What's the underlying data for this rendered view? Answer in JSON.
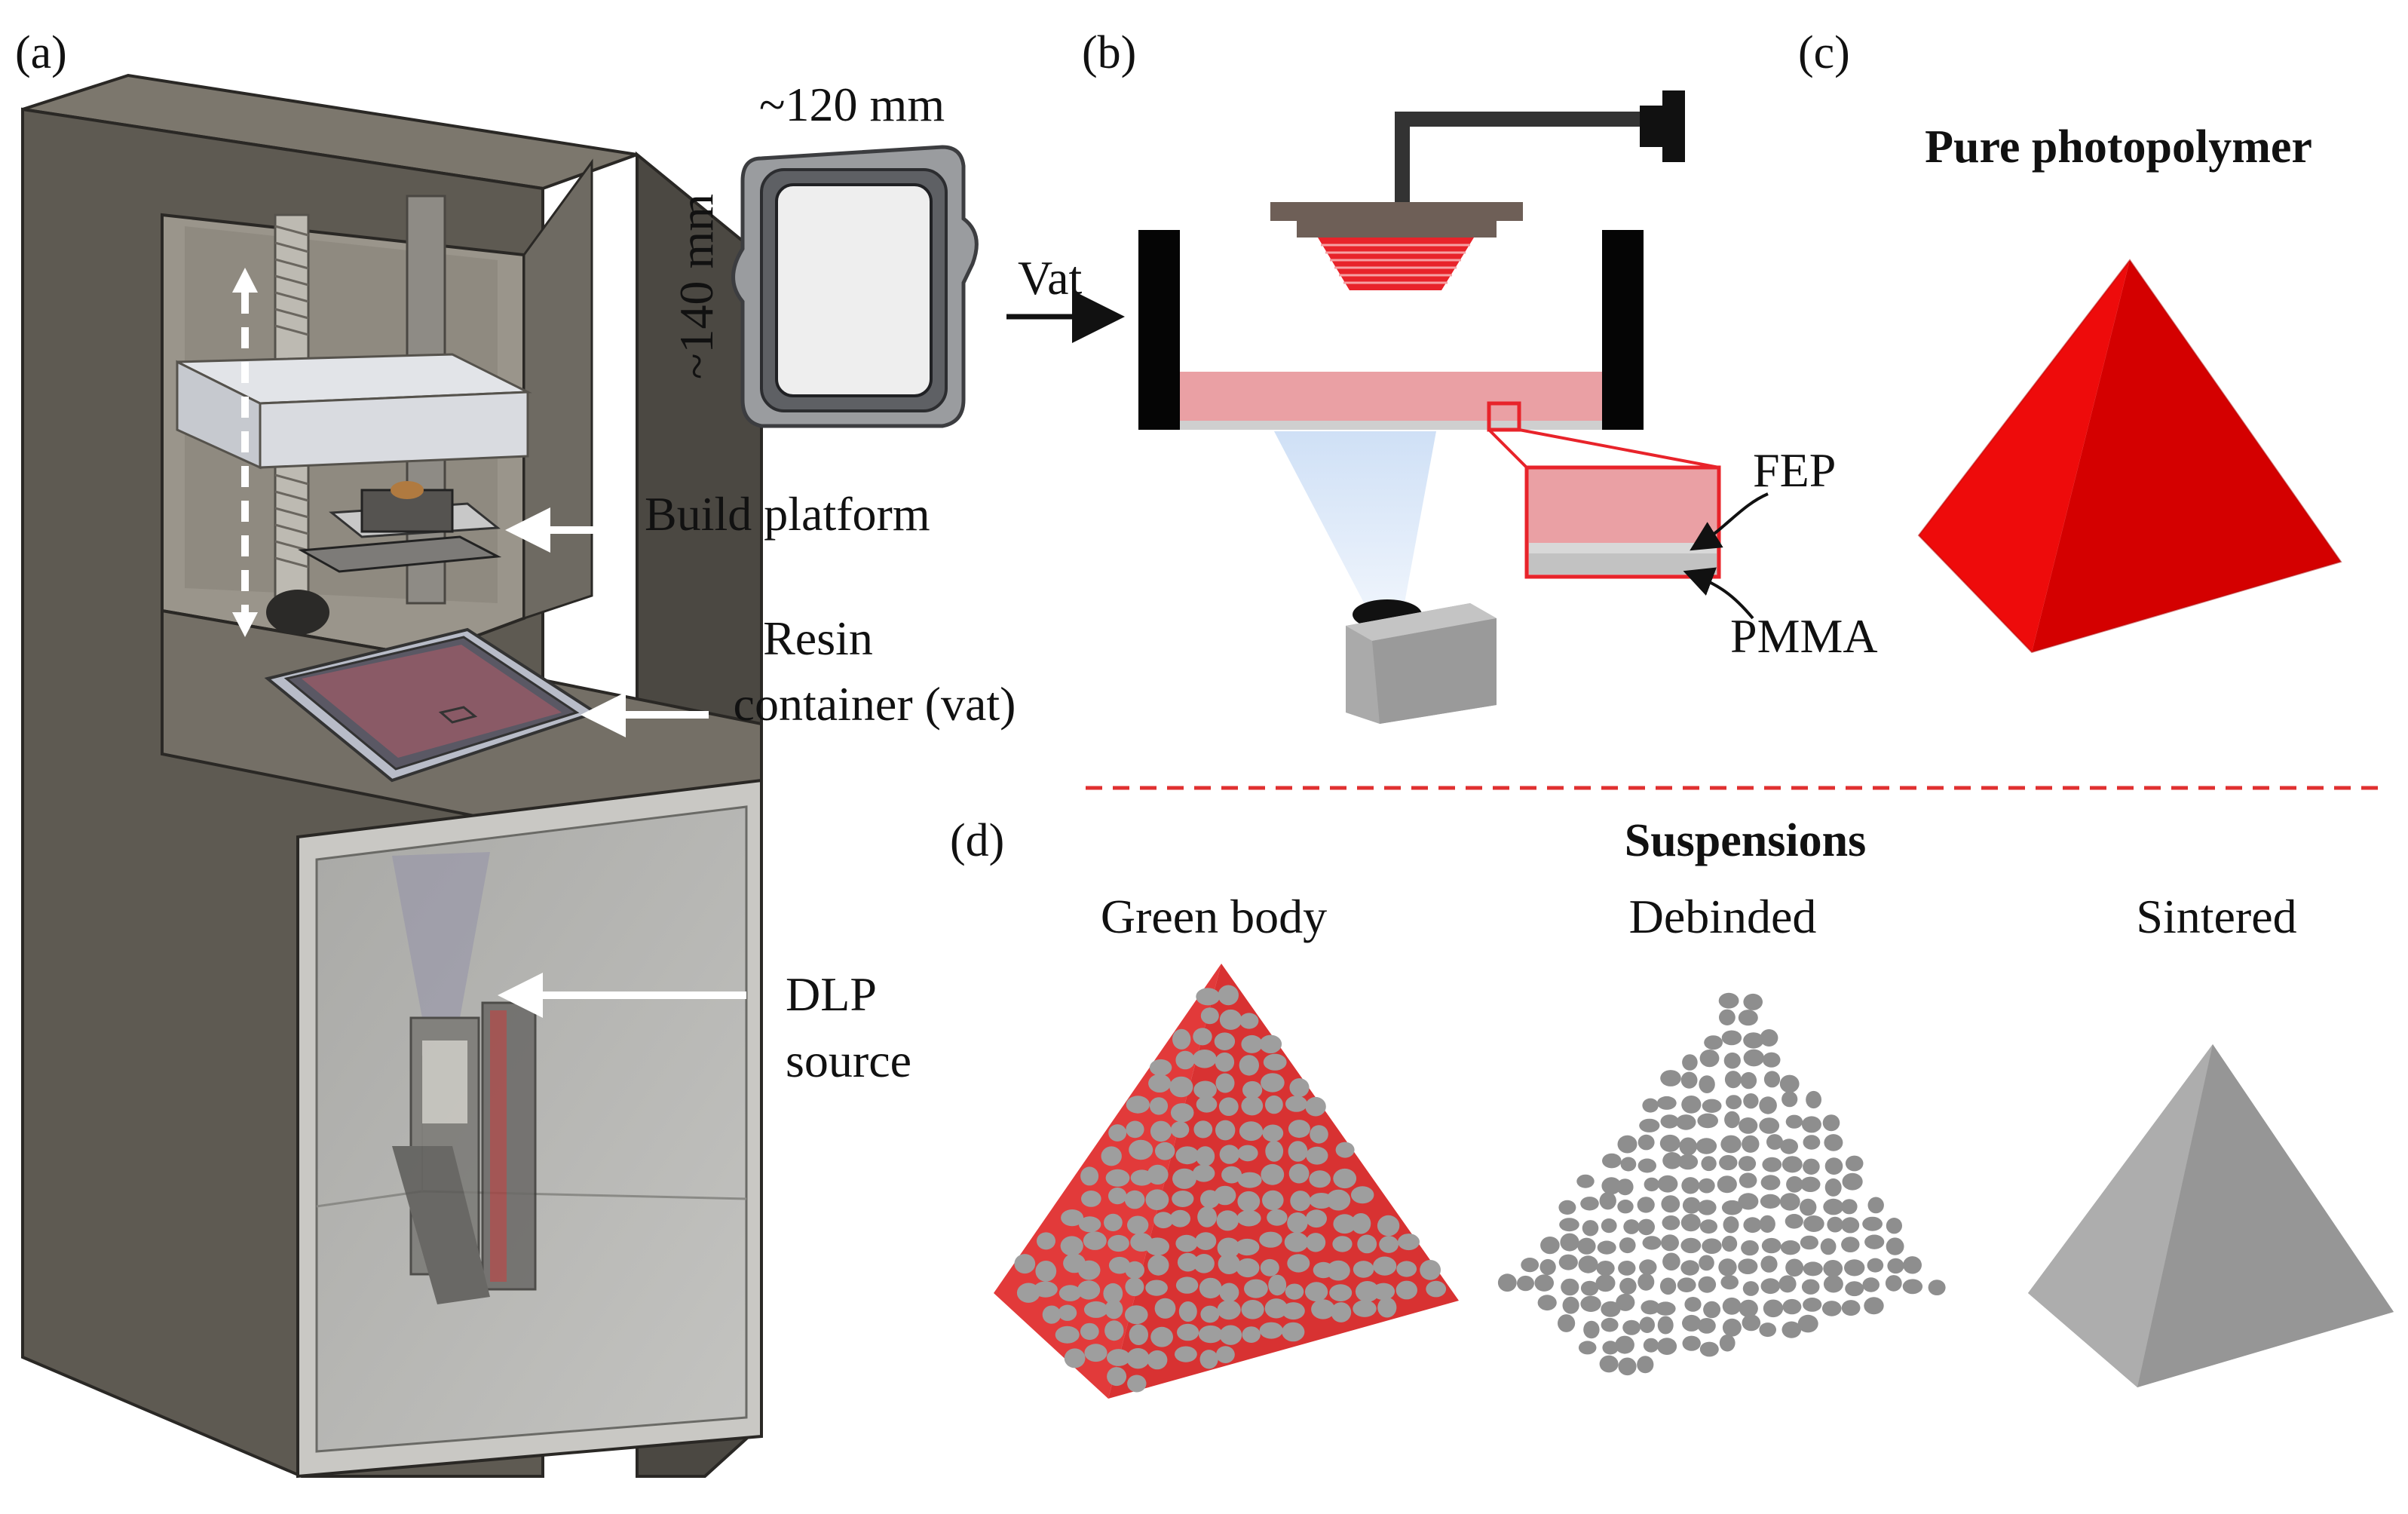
{
  "panels": {
    "a": {
      "label": "(a)",
      "vat_width": "~120 mm",
      "vat_height": "~140 mm",
      "build_platform": "Build platform",
      "resin_line1": "Resin",
      "resin_line2": "container (vat)",
      "dlp_line1": "DLP",
      "dlp_line2": "source"
    },
    "b": {
      "label": "(b)",
      "vat_arrow": "Vat",
      "fep": "FEP",
      "pmma": "PMMA"
    },
    "c": {
      "label": "(c)",
      "title": "Pure photopolymer"
    },
    "d": {
      "label": "(d)",
      "title": "Suspensions",
      "stages": [
        "Green body",
        "Debinded",
        "Sintered"
      ]
    }
  },
  "colors": {
    "housing_front": "#5e5a52",
    "housing_top": "#7c776d",
    "resin_red": "#e8232a",
    "photopolymer_red": "#e00000",
    "particle_gray": "#9a9a9a",
    "divider_red": "#e03030"
  }
}
